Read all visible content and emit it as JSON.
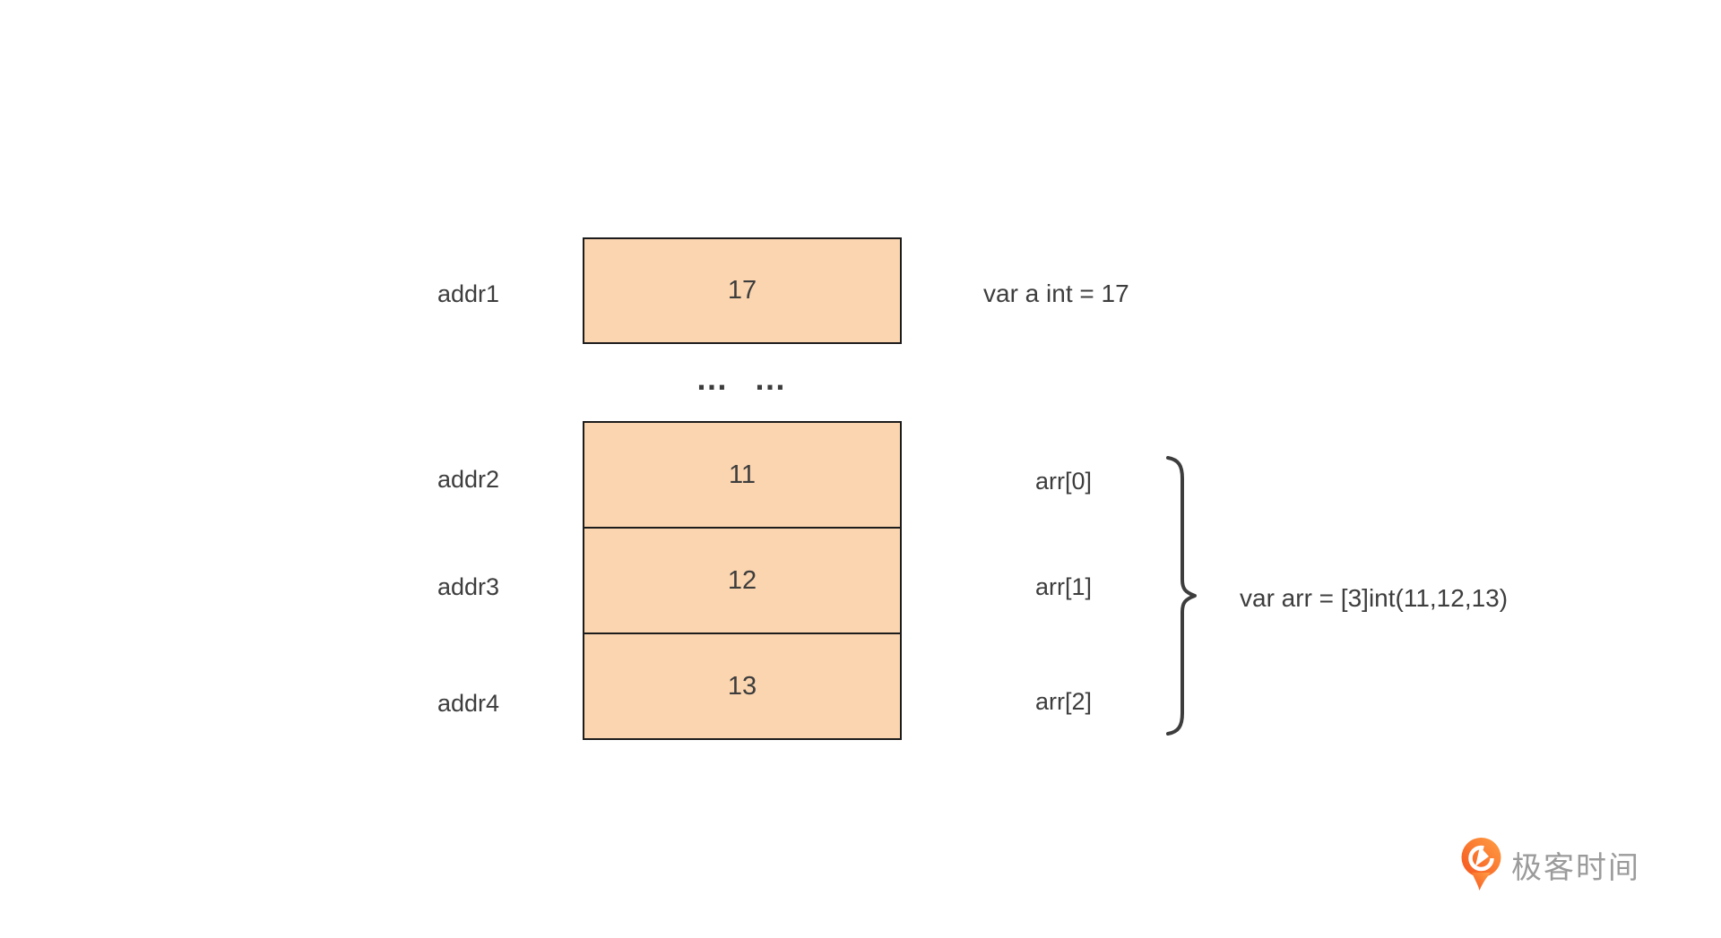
{
  "diagram": {
    "single_var": {
      "address_label": "addr1",
      "value": "17",
      "annotation": "var a int = 17"
    },
    "ellipsis_left": "…",
    "ellipsis_right": "…",
    "array_var": {
      "cells": [
        {
          "address_label": "addr2",
          "value": "11",
          "index_label": "arr[0]"
        },
        {
          "address_label": "addr3",
          "value": "12",
          "index_label": "arr[1]"
        },
        {
          "address_label": "addr4",
          "value": "13",
          "index_label": "arr[2]"
        }
      ],
      "annotation": "var arr = [3]int(11,12,13)"
    }
  },
  "branding": {
    "logo_text": "极客时间"
  },
  "colors": {
    "background": "#FFFFFF",
    "cell_fill": "#FAD5AF",
    "cell_border": "#1C1C1C",
    "diagram_text": "#3D3D3D",
    "logo_text_gray": "#9B9B9B",
    "logo_orange_dark": "#F5541C",
    "logo_orange_light": "#FF9F45"
  }
}
